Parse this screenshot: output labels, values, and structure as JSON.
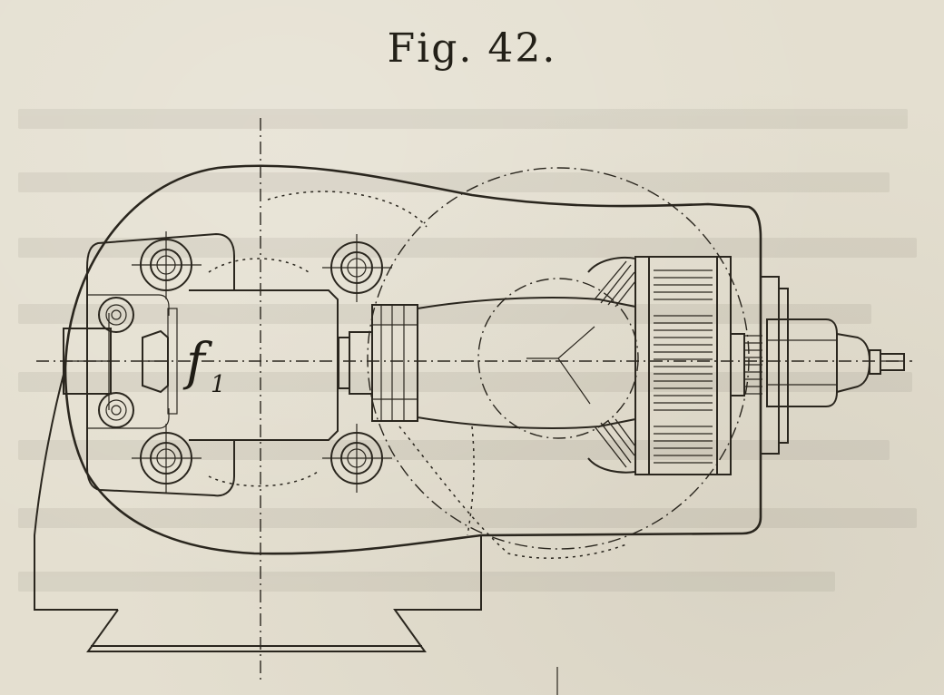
{
  "figure": {
    "caption": "Fig. 42.",
    "part_label_letter": "f",
    "part_label_sub": "1"
  },
  "colors": {
    "paper": "#e4dfd0",
    "ink": "#2a261e"
  }
}
